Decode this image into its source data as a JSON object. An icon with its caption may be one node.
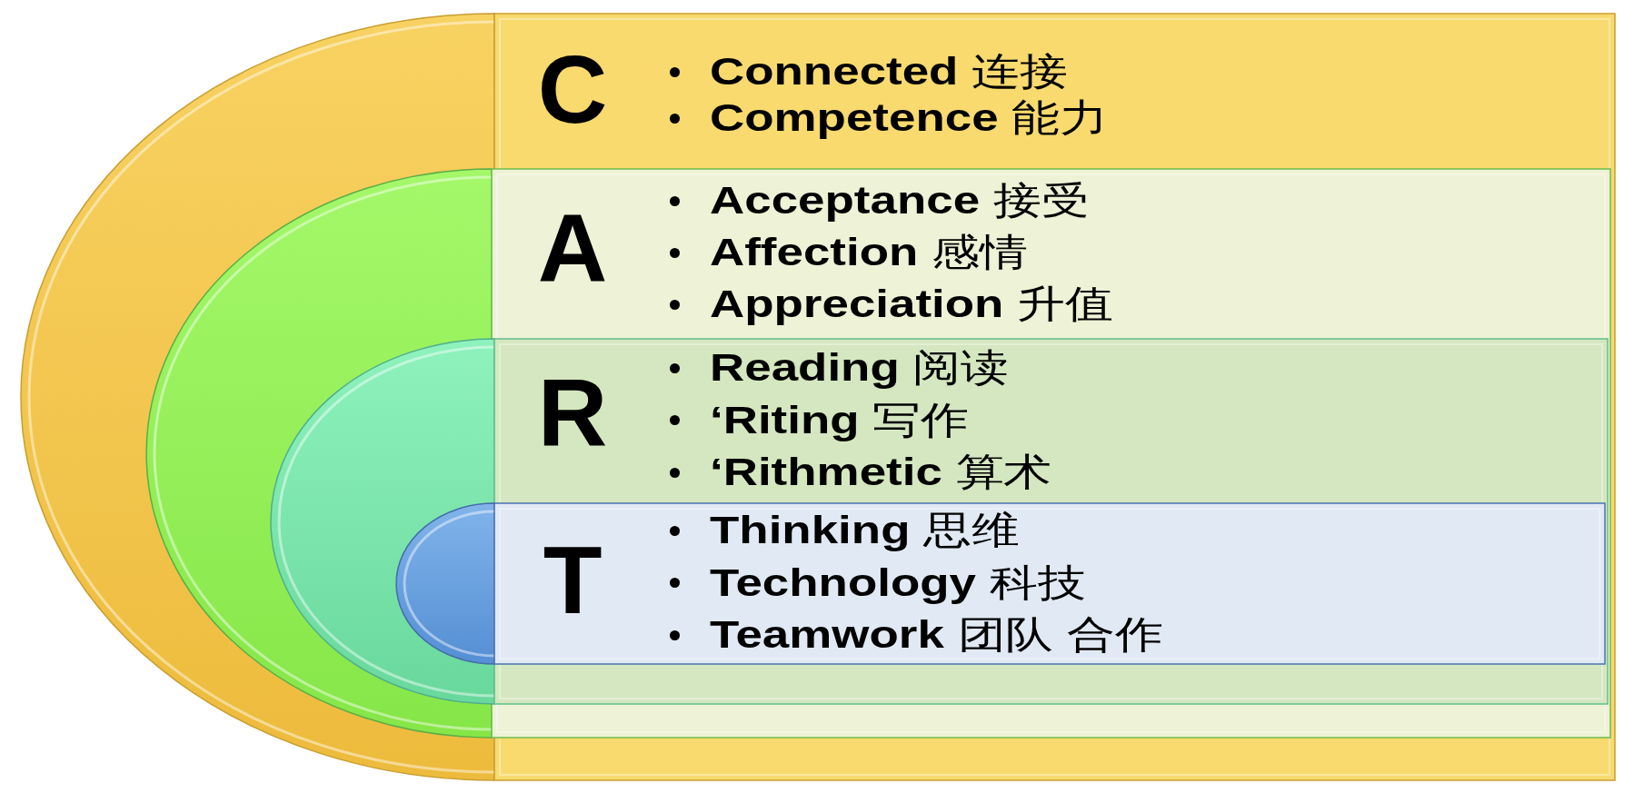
{
  "diagram": {
    "nodes": [
      {
        "text": [
          "C",
          "**Connected** 连接",
          "**Competence** 能力"
        ]
      },
      {
        "text": [
          "A",
          "**Acceptance** 接受",
          "**Affection** 感情",
          "**Appreciation** 升值"
        ],
        "in": 0
      },
      {
        "text": [
          "R",
          "**Reading** 阅读",
          "**‘Riting** 写作",
          "**‘Rithmetic** 算术"
        ],
        "in": 1
      },
      {
        "text": [
          "T",
          "**Thinking** 思维",
          "**Technology** 科技",
          "**Teamwork** 团队 合作"
        ],
        "in": 2
      }
    ]
  }
}
